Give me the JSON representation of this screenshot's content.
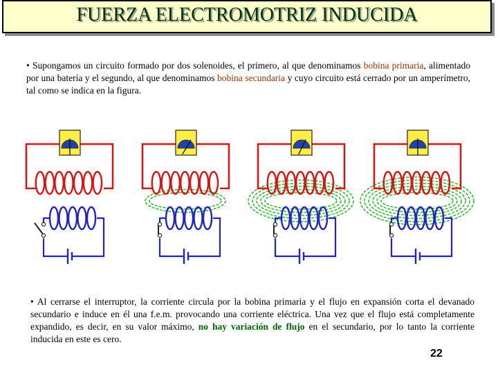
{
  "header": {
    "title": "FUERZA ELECTROMOTRIZ INDUCIDA"
  },
  "intro": {
    "bullet": "•",
    "text_1": " Supongamos un circuito formado por dos solenoides, el primero, al que denominamos ",
    "highlight_1": "bobina primaria",
    "text_2": ", alimentado por una batería y el segundo, al que denominamos ",
    "highlight_2": "bobina secundaria",
    "text_3": " y cuyo circuito está cerrado por un amperímetro, tal como se indica en la figura."
  },
  "explanation": {
    "bullet": "•",
    "text_1": " Al cerrarse el interruptor, la corriente circula por la bobina primaria y el flujo en expansión corta el devanado secundario e induce en él una f.e.m. provocando una corriente eléctrica. Una vez que el flujo está completamente expandido, es decir, en su valor máximo, ",
    "highlight": "no hay variación de flujo",
    "text_2": " en el secundario, por lo tanto la corriente inducida en este es cero."
  },
  "page_number": "22",
  "figure": {
    "panels": [
      {
        "switch_state": "open",
        "flux_rings": 0,
        "needle_deflection": 0.0
      },
      {
        "switch_state": "closed",
        "flux_rings": 2,
        "needle_deflection": 0.6
      },
      {
        "switch_state": "closed",
        "flux_rings": 5,
        "needle_deflection": 0.5
      },
      {
        "switch_state": "closed",
        "flux_rings": 6,
        "needle_deflection": 0.0
      }
    ],
    "colors": {
      "primary_circuit": "#2222cc",
      "secondary_circuit": "#dd1111",
      "flux": "#33bb33",
      "meter_body": "#ffee44",
      "meter_dial": "#2244aa"
    }
  }
}
